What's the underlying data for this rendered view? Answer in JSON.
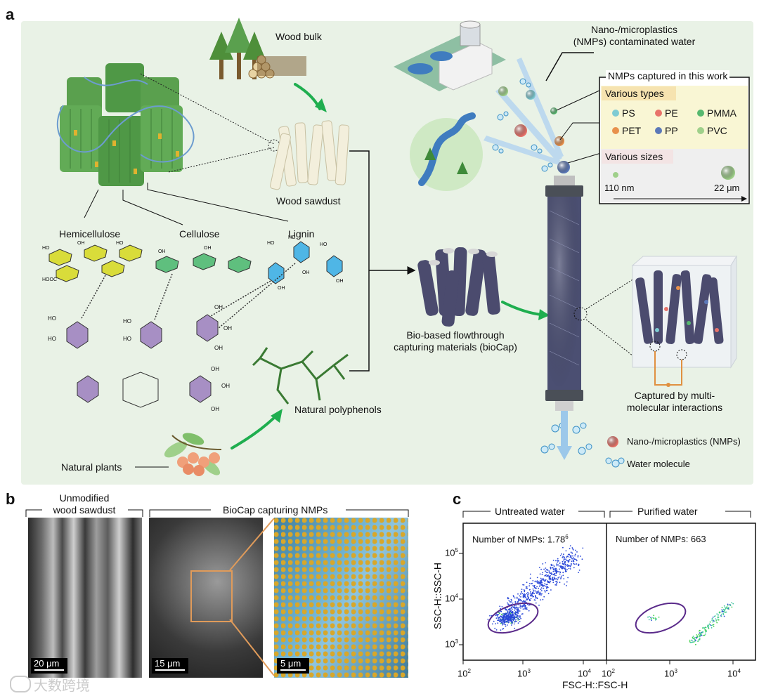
{
  "panels": {
    "a": "a",
    "b": "b",
    "c": "c"
  },
  "panel_a": {
    "wood_bulk": "Wood bulk",
    "wood_sawdust": "Wood sawdust",
    "hemicellulose": "Hemicellulose",
    "cellulose": "Cellulose",
    "lignin": "Lignin",
    "natural_polyphenols": "Natural polyphenols",
    "natural_plants": "Natural plants",
    "biocap_line1": "Bio-based flowthrough",
    "biocap_line2": "capturing materials (bioCap)",
    "contam_line1": "Nano-/microplastics",
    "contam_line2": "(NMPs) contaminated water",
    "captured_title": "NMPs captured in this work",
    "various_types": "Various types",
    "types": [
      "PS",
      "PE",
      "PMMA",
      "PET",
      "PP",
      "PVC"
    ],
    "various_sizes": "Various sizes",
    "size_min": "110 nm",
    "size_max": "22 μm",
    "captured_by_line1": "Captured by multi-",
    "captured_by_line2": "molecular interactions",
    "legend_nmp": "Nano-/microplastics (NMPs)",
    "legend_water": "Water molecule",
    "colors": {
      "PS": "#7ecbd3",
      "PE": "#e8736a",
      "PMMA": "#57b86f",
      "PET": "#e8914c",
      "PP": "#5b78b8",
      "PVC": "#9fd08a",
      "arrow_green": "#1fae4f",
      "wood_green": "#5aa04e",
      "types_bg": "#f9f6d4",
      "sizes_bg": "#f3e4e4"
    }
  },
  "panel_b": {
    "unmodified_line1": "Unmodified",
    "unmodified_line2": "wood sawdust",
    "biocap_title": "BioCap capturing NMPs",
    "scale_1": "20 μm",
    "scale_2": "15 μm",
    "scale_3": "5 μm"
  },
  "panel_c": {
    "untreated": "Untreated water",
    "purified": "Purified water",
    "count_untreated_label": "Number of NMPs: 1.78",
    "count_untreated_exp": "6",
    "count_purified": "Number of NMPs: 663",
    "ylabel": "SSC-H::SSC-H",
    "xlabel": "FSC-H::FSC-H",
    "xticks": [
      {
        "base": "10",
        "exp": "2"
      },
      {
        "base": "10",
        "exp": "3"
      },
      {
        "base": "10",
        "exp": "4"
      },
      {
        "base": "10",
        "exp": "2"
      },
      {
        "base": "10",
        "exp": "3"
      },
      {
        "base": "10",
        "exp": "4"
      }
    ],
    "yticks": [
      {
        "base": "10",
        "exp": "3"
      },
      {
        "base": "10",
        "exp": "4"
      },
      {
        "base": "10",
        "exp": "5"
      }
    ]
  },
  "watermark": "大数跨境"
}
